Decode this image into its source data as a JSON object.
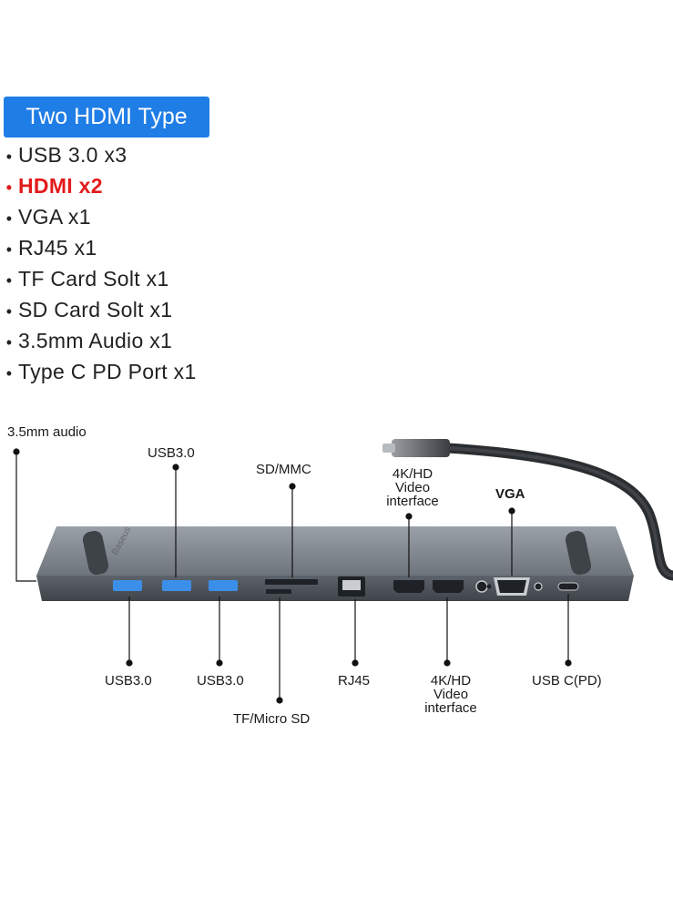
{
  "badge": "Two HDMI Type",
  "features": [
    {
      "text": "USB 3.0 x3",
      "highlight": false
    },
    {
      "text": "HDMI x2",
      "highlight": true
    },
    {
      "text": "VGA x1",
      "highlight": false
    },
    {
      "text": "RJ45 x1",
      "highlight": false
    },
    {
      "text": "TF Card Solt x1",
      "highlight": false
    },
    {
      "text": "SD Card Solt x1",
      "highlight": false
    },
    {
      "text": "3.5mm Audio x1",
      "highlight": false
    },
    {
      "text": "Type C PD Port x1",
      "highlight": false
    }
  ],
  "labels": {
    "audio": "3.5mm audio",
    "usb_top": "USB3.0",
    "sd": "SD/MMC",
    "hdmi_top": [
      "4K/HD",
      "Video",
      "interface"
    ],
    "vga": "VGA",
    "usb_b1": "USB3.0",
    "usb_b2": "USB3.0",
    "tf": "TF/Micro SD",
    "rj45": "RJ45",
    "hdmi_b": [
      "4K/HD",
      "Video",
      "interface"
    ],
    "usbc": "USB C(PD)"
  },
  "colors": {
    "badge": "#1f7de6",
    "highlight": "#e31b1b",
    "device_top": "#7a8088",
    "device_front": "#4f555c",
    "usb_port": "#3b8fe8"
  }
}
